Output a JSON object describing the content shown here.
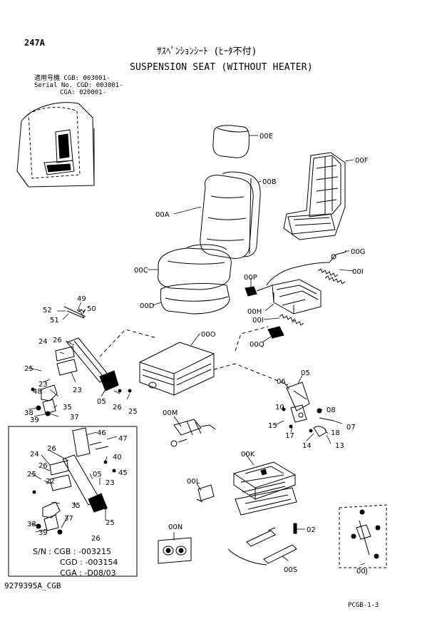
{
  "page": {
    "number": "247A",
    "title_jp": "ｻｽﾍﾟﾝｼｮﾝｼｰﾄ (ﾋｰﾀ不付)",
    "title_en": "SUSPENSION SEAT (WITHOUT HEATER)",
    "serial_lines": [
      "適用号機  CGB: 003001-",
      "Serial No.  CGD: 003001-",
      "CGA: 020001-"
    ],
    "doc_id": "9279395A_CGB",
    "sheet_id": "PCGB-1-3"
  },
  "inset_note": {
    "lines": [
      "S/N  : CGB : -003215",
      "CGD : -003154",
      "CGA : -D08/03"
    ]
  },
  "part_labels": [
    "00E",
    "00B",
    "00F",
    "00A",
    "00G",
    "00C",
    "00P",
    "00I",
    "00D",
    "00H",
    "00I",
    "00Q",
    "00O",
    "49",
    "52",
    "50",
    "51",
    "24",
    "26",
    "25",
    "23",
    "48",
    "23",
    "05",
    "26",
    "25",
    "38",
    "39",
    "35",
    "37",
    "06",
    "05",
    "10",
    "08",
    "15",
    "17",
    "18",
    "07",
    "14",
    "13",
    "00M",
    "00K",
    "00L",
    "00N",
    "02",
    "00S",
    "00J",
    "46",
    "47",
    "26",
    "40",
    "24",
    "26",
    "45",
    "25",
    "22",
    "05",
    "23",
    "35",
    "38",
    "39",
    "26",
    "25",
    "37"
  ]
}
